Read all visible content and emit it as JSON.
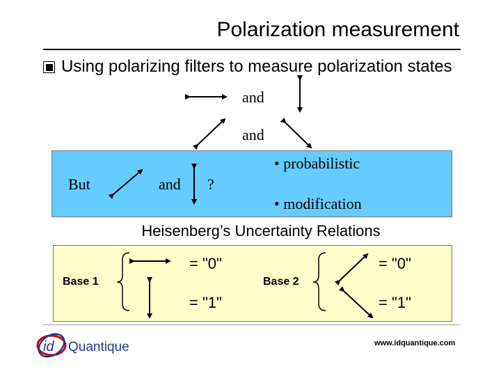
{
  "slide": {
    "title": "Polarization measurement",
    "bullet": "Using polarizing filters to measure polarization states",
    "and_1": "and",
    "and_2": "and",
    "but_label": "But",
    "and_3": "and",
    "question": "?",
    "probabilistic": "• probabilistic",
    "modification": "• modification",
    "heisenberg": "Heisenberg’s Uncertainty Relations",
    "base1_label": "Base 1",
    "base2_label": "Base 2",
    "base1_zero": "= \"0\"",
    "base1_one": "= \"1\"",
    "base2_zero": "= \"0\"",
    "base2_one": "= \"1\"",
    "logo_text_id": "id",
    "logo_text_name": "Quantique",
    "url": "www.idquantique.com"
  },
  "colors": {
    "blue_box": "#66ccff",
    "yellow_box": "#ffffcc",
    "logo_red": "#cc0000",
    "logo_blue": "#1f3a93"
  }
}
